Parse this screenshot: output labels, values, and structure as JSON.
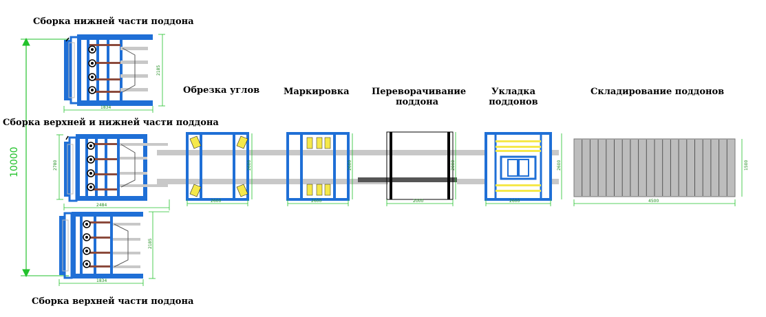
{
  "labels": {
    "bottom_assembly": "Сборка нижней части поддона",
    "corner_cutting": "Обрезка углов",
    "marking": "Маркировка",
    "flipping": "Переворачивание\nподдона",
    "stacking": "Укладка\nподдонов",
    "storage": "Складирование поддонов",
    "top_bottom_assembly": "Сборка верхней и нижней части поддона",
    "top_assembly": "Сборка верхней части поддона"
  },
  "dimensions": {
    "total_length": "10000",
    "bottom_width": "1834",
    "bottom_height": "2185",
    "main_width": "2484",
    "main_height": "2780",
    "cut_width": "2600",
    "cut_height": "2600",
    "mark_width": "2600",
    "mark_height": "2600",
    "flip_width": "2000",
    "flip_height": "2000",
    "stack_width": "2600",
    "stack_height": "2600",
    "storage_width": "4500",
    "storage_height": "1500",
    "top_width": "1834",
    "top_height": "2185"
  },
  "colors": {
    "frame_blue": "#1f6fd6",
    "dim_green": "#22c22b",
    "rail_gray": "#c8c8c8",
    "rod_brown": "#8b4a3c",
    "marker_yellow": "#f5e84a",
    "storage_gray": "#bdbdbd"
  }
}
